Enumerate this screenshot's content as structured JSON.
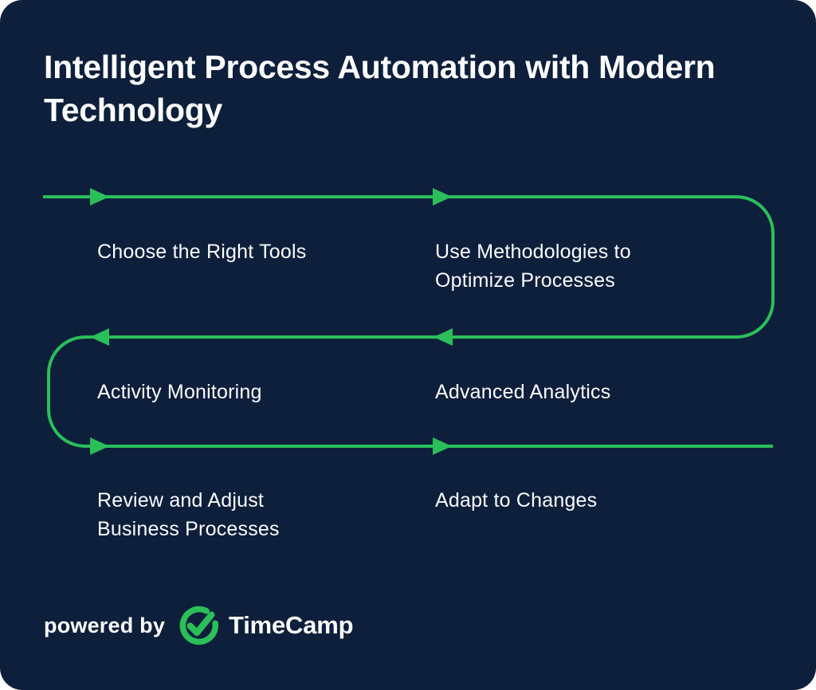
{
  "colors": {
    "page_background": "#ffffff",
    "card_background": "#0d1f3b",
    "accent_green": "#2bbf5a",
    "text_white": "#fafcff"
  },
  "title": "Intelligent Process Automation with Modern Technology",
  "steps": {
    "step1": "Choose the Right Tools",
    "step2": "Use Methodologies to\nOptimize Processes",
    "step3": "Activity Monitoring",
    "step4": "Advanced Analytics",
    "step5": "Review and Adjust\nBusiness Processes",
    "step6": "Adapt to Changes"
  },
  "footer": {
    "powered_by": "powered by",
    "brand": "TimeCamp",
    "logo_icon": "timecamp-clock-check-icon"
  }
}
